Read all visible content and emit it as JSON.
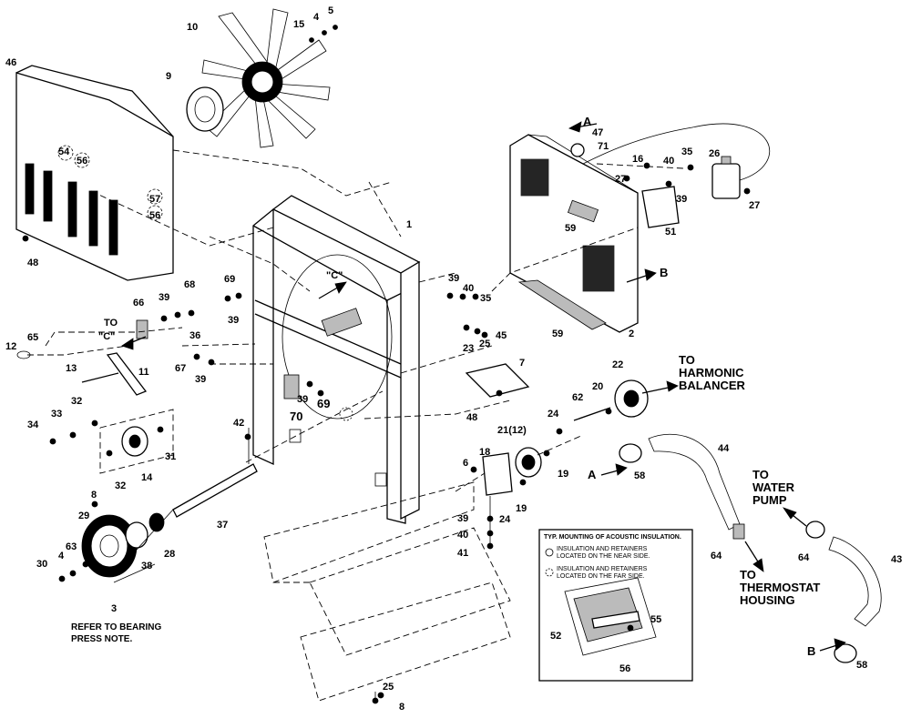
{
  "callouts": {
    "c1": "1",
    "c2": "2",
    "c3": "3",
    "c4a": "4",
    "c4b": "4",
    "c5": "5",
    "c6": "6",
    "c7": "7",
    "c8a": "8",
    "c8b": "8",
    "c9": "9",
    "c10": "10",
    "c11": "11",
    "c12": "12",
    "c13": "13",
    "c14": "14",
    "c15": "15",
    "c16": "16",
    "c18": "18",
    "c19a": "19",
    "c19b": "19",
    "c20": "20",
    "c21": "21(12)",
    "c22": "22",
    "c23": "23",
    "c24a": "24",
    "c24b": "24",
    "c25a": "25",
    "c25b": "25",
    "c26": "26",
    "c27a": "27",
    "c27b": "27",
    "c28": "28",
    "c29": "29",
    "c30": "30",
    "c31": "31",
    "c32a": "32",
    "c32b": "32",
    "c33": "33",
    "c34": "34",
    "c35a": "35",
    "c35b": "35",
    "c36": "36",
    "c37": "37",
    "c38": "38",
    "c39a": "39",
    "c39b": "39",
    "c39c": "39",
    "c39d": "39",
    "c39e": "39",
    "c39f": "39",
    "c39g": "39",
    "c40a": "40",
    "c40b": "40",
    "c40c": "40",
    "c41": "41",
    "c42": "42",
    "c43": "43",
    "c44": "44",
    "c45": "45",
    "c46": "46",
    "c47": "47",
    "c48a": "48",
    "c48b": "48",
    "c51": "51",
    "c52": "52",
    "c54": "54",
    "c55": "55",
    "c56a": "56",
    "c56b": "56",
    "c56c": "56",
    "c57": "57",
    "c58a": "58",
    "c58b": "58",
    "c59a": "59",
    "c59b": "59",
    "c62": "62",
    "c63": "63",
    "c64a": "64",
    "c64b": "64",
    "c65": "65",
    "c66": "66",
    "c67": "67",
    "c68": "68",
    "c69a": "69",
    "c69b": "69",
    "c70": "70",
    "c71": "71"
  },
  "view_marks": {
    "c_center": "\"C\"",
    "c_left_to": "TO",
    "c_left": "\"C\"",
    "a_top": "A",
    "a_left": "A",
    "b_right": "B",
    "b_bottom": "B"
  },
  "destinations": {
    "harmonic_1": "TO",
    "harmonic_2": "HARMONIC",
    "harmonic_3": "BALANCER",
    "water_1": "TO",
    "water_2": "WATER",
    "water_3": "PUMP",
    "thermo_1": "TO",
    "thermo_2": "THERMOSTAT",
    "thermo_3": "HOUSING"
  },
  "notes": {
    "bearing_1": "REFER TO BEARING",
    "bearing_2": "PRESS NOTE."
  },
  "insulation_box": {
    "title": "TYP. MOUNTING OF ACOUSTIC INSULATION.",
    "near_1": "INSULATION AND RETAINERS",
    "near_2": "LOCATED ON THE NEAR SIDE.",
    "far_1": "INSULATION AND RETAINERS",
    "far_2": "LOCATED ON THE FAR SIDE."
  }
}
